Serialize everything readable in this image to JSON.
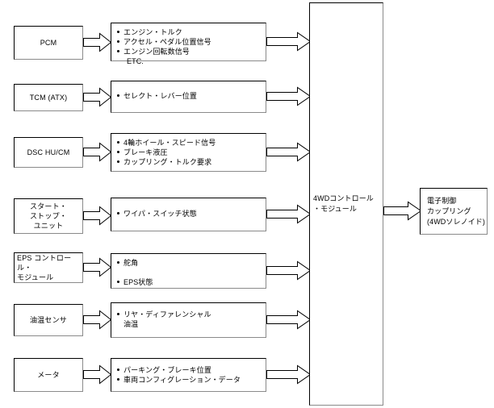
{
  "diagram": {
    "title": "4WD system input/output block diagram",
    "colors": {
      "border_dark": "#000000",
      "border_light": "#8a8a8a",
      "arrow_fill": "#ffffff",
      "arrow_stroke": "#000000",
      "background": "#ffffff",
      "text": "#000000"
    },
    "rows": [
      {
        "source": "PCM",
        "source_align": "center",
        "signals": [
          {
            "text": "エンジン・トルク",
            "bullet": true
          },
          {
            "text": "アクセル・ペダル位置信号",
            "bullet": true
          },
          {
            "text": "エンジン回転数信号",
            "bullet": true
          },
          {
            "text": "ETC.",
            "bullet": false
          }
        ],
        "spaced": false
      },
      {
        "source": "TCM (ATX)",
        "source_align": "center",
        "signals": [
          {
            "text": "セレクト・レバー位置",
            "bullet": true
          }
        ],
        "spaced": false
      },
      {
        "source": "DSC HU/CM",
        "source_align": "center",
        "signals": [
          {
            "text": "4輪ホイール・スピード信号",
            "bullet": true
          },
          {
            "text": "ブレーキ液圧",
            "bullet": true
          },
          {
            "text": "カップリング・トルク要求",
            "bullet": true
          }
        ],
        "spaced": false
      },
      {
        "source": "スタート・\nストップ・\nユニット",
        "source_align": "center",
        "signals": [
          {
            "text": "ワイパ・スイッチ状態",
            "bullet": true
          }
        ],
        "spaced": false
      },
      {
        "source": "EPS コントロール・\nモジュール",
        "source_align": "left",
        "signals": [
          {
            "text": "舵角",
            "bullet": true
          },
          {
            "text": "EPS状態",
            "bullet": true
          }
        ],
        "spaced": true
      },
      {
        "source": "油温センサ",
        "source_align": "center",
        "signals": [
          {
            "text": "リヤ・ディファレンシャル\n油温",
            "bullet": true
          }
        ],
        "spaced": false
      },
      {
        "source": "メータ",
        "source_align": "center",
        "signals": [
          {
            "text": "パーキング・ブレーキ位置",
            "bullet": true
          },
          {
            "text": "車両コンフィグレーション・データ",
            "bullet": true
          }
        ],
        "spaced": false
      }
    ],
    "module": {
      "label": "4WDコントロール\n・モジュール"
    },
    "output": {
      "label": "電子制御\nカップリング\n(4WDソレノイド)"
    }
  }
}
